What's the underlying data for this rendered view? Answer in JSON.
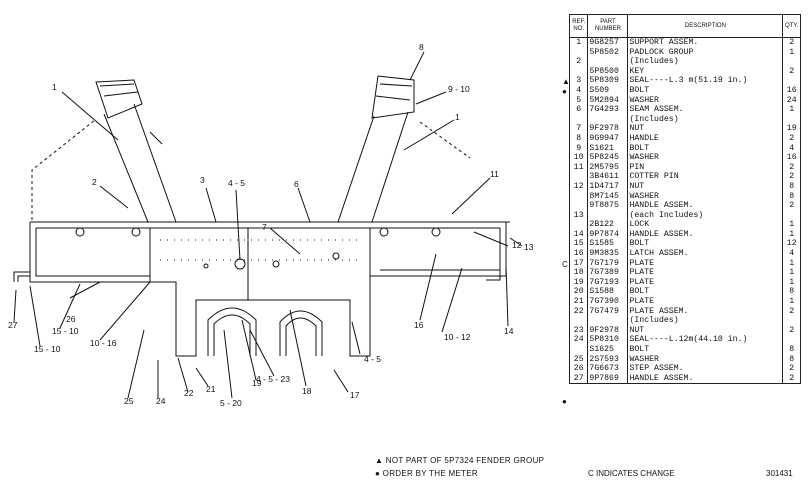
{
  "table": {
    "headers": {
      "ref": "REF. NO.",
      "part": "PART NUMBER",
      "desc": "DESCRIPTION",
      "qty": "QTY."
    },
    "rows": [
      {
        "ref": "1",
        "part": "9G8257",
        "desc": "SUPPORT ASSEM.",
        "qty": "2"
      },
      {
        "ref": "",
        "part": "5P8502",
        "desc": "PADLOCK GROUP",
        "qty": "1"
      },
      {
        "ref": "2",
        "part": "",
        "desc": "(Includes)",
        "qty": ""
      },
      {
        "ref": "",
        "part": "5P8500",
        "desc": "KEY",
        "qty": "2"
      },
      {
        "ref": "3",
        "part": "5P8309",
        "desc": "SEAL----L.3 m(51.19 in.)",
        "qty": ""
      },
      {
        "ref": "4",
        "part": "S509",
        "desc": "BOLT",
        "qty": "16"
      },
      {
        "ref": "5",
        "part": "5M2894",
        "desc": "WASHER",
        "qty": "24"
      },
      {
        "ref": "6",
        "part": "7G4293",
        "desc": "SEAM ASSEM.",
        "qty": "1"
      },
      {
        "ref": "",
        "part": "",
        "desc": "(Includes)",
        "qty": ""
      },
      {
        "ref": "7",
        "part": "9F2978",
        "desc": "NUT",
        "qty": "19"
      },
      {
        "ref": "8",
        "part": "9G9947",
        "desc": "HANDLE",
        "qty": "2"
      },
      {
        "ref": "9",
        "part": "S1621",
        "desc": "BOLT",
        "qty": "4"
      },
      {
        "ref": "10",
        "part": "5P8245",
        "desc": "WASHER",
        "qty": "16"
      },
      {
        "ref": "11",
        "part": "2M5795",
        "desc": "PIN",
        "qty": "2"
      },
      {
        "ref": "",
        "part": "3B4611",
        "desc": "COTTER PIN",
        "qty": "2"
      },
      {
        "ref": "12",
        "part": "1D4717",
        "desc": "NUT",
        "qty": "8"
      },
      {
        "ref": "",
        "part": "8M7145",
        "desc": "WASHER",
        "qty": "8"
      },
      {
        "ref": "",
        "part": "9T8875",
        "desc": "HANDLE ASSEM.",
        "qty": "2"
      },
      {
        "ref": "13",
        "part": "",
        "desc": "(each Includes)",
        "qty": ""
      },
      {
        "ref": "",
        "part": "2B122",
        "desc": "LOCK",
        "qty": "1"
      },
      {
        "ref": "14",
        "part": "9P7874",
        "desc": "HANDLE ASSEM.",
        "qty": "1"
      },
      {
        "ref": "15",
        "part": "S1585",
        "desc": "BOLT",
        "qty": "12"
      },
      {
        "ref": "16",
        "part": "9M3835",
        "desc": "LATCH ASSEM.",
        "qty": "4"
      },
      {
        "ref": "17",
        "part": "7G7179",
        "desc": "PLATE",
        "qty": "1"
      },
      {
        "ref": "18",
        "part": "7G7389",
        "desc": "PLATE",
        "qty": "1"
      },
      {
        "ref": "19",
        "part": "7G7193",
        "desc": "PLATE",
        "qty": "1"
      },
      {
        "ref": "20",
        "part": "S1588",
        "desc": "BOLT",
        "qty": "8"
      },
      {
        "ref": "21",
        "part": "7G7390",
        "desc": "PLATE",
        "qty": "1"
      },
      {
        "ref": "22",
        "part": "7G7479",
        "desc": "PLATE ASSEM.",
        "qty": "2"
      },
      {
        "ref": "",
        "part": "",
        "desc": "(Includes)",
        "qty": ""
      },
      {
        "ref": "23",
        "part": "9F2978",
        "desc": "NUT",
        "qty": "2"
      },
      {
        "ref": "24",
        "part": "5P8310",
        "desc": "SEAL----L.12m(44.10 in.)",
        "qty": ""
      },
      {
        "ref": "",
        "part": "S1625",
        "desc": "BOLT",
        "qty": "8"
      },
      {
        "ref": "25",
        "part": "2S7593",
        "desc": "WASHER",
        "qty": "8"
      },
      {
        "ref": "26",
        "part": "7G6673",
        "desc": "STEP ASSEM.",
        "qty": "2"
      },
      {
        "ref": "27",
        "part": "9P7869",
        "desc": "HANDLE ASSEM.",
        "qty": "2"
      }
    ]
  },
  "markers": {
    "not_part": "▲",
    "meter": "●",
    "change": "C"
  },
  "notes": {
    "not_part_text": "NOT PART OF 5P7324 FENDER GROUP",
    "meter_text": "ORDER BY THE METER",
    "change_text": "C INDICATES CHANGE",
    "doc_code": "301431"
  },
  "callouts": [
    "1",
    "2",
    "3",
    "4 - 5",
    "6",
    "7",
    "8",
    "9 - 10",
    "1",
    "11",
    "12",
    "13",
    "14",
    "10 - 12",
    "16",
    "4 - 5",
    "17",
    "18",
    "4 - 5 - 23",
    "19",
    "5 - 20",
    "21",
    "22",
    "24",
    "25",
    "10 - 16",
    "15 - 10",
    "26",
    "15 - 10",
    "27"
  ]
}
